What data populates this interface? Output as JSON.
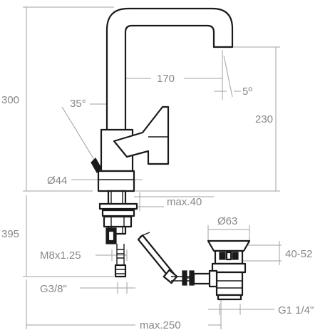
{
  "dimensions": {
    "total_height": "300",
    "reach": "170",
    "lever_angle": "35°",
    "spout_angle": "5º",
    "spout_height": "230",
    "base_diameter": "Ø44",
    "max_deck_thickness": "max.40",
    "drain_diameter": "Ø63",
    "below_deck_length": "395",
    "rod_thread": "M8x1.25",
    "drain_height_range": "40-52",
    "inlet_thread": "G3/8\"",
    "drain_thread": "G1 1/4\"",
    "max_linkage_distance": "max.250"
  }
}
